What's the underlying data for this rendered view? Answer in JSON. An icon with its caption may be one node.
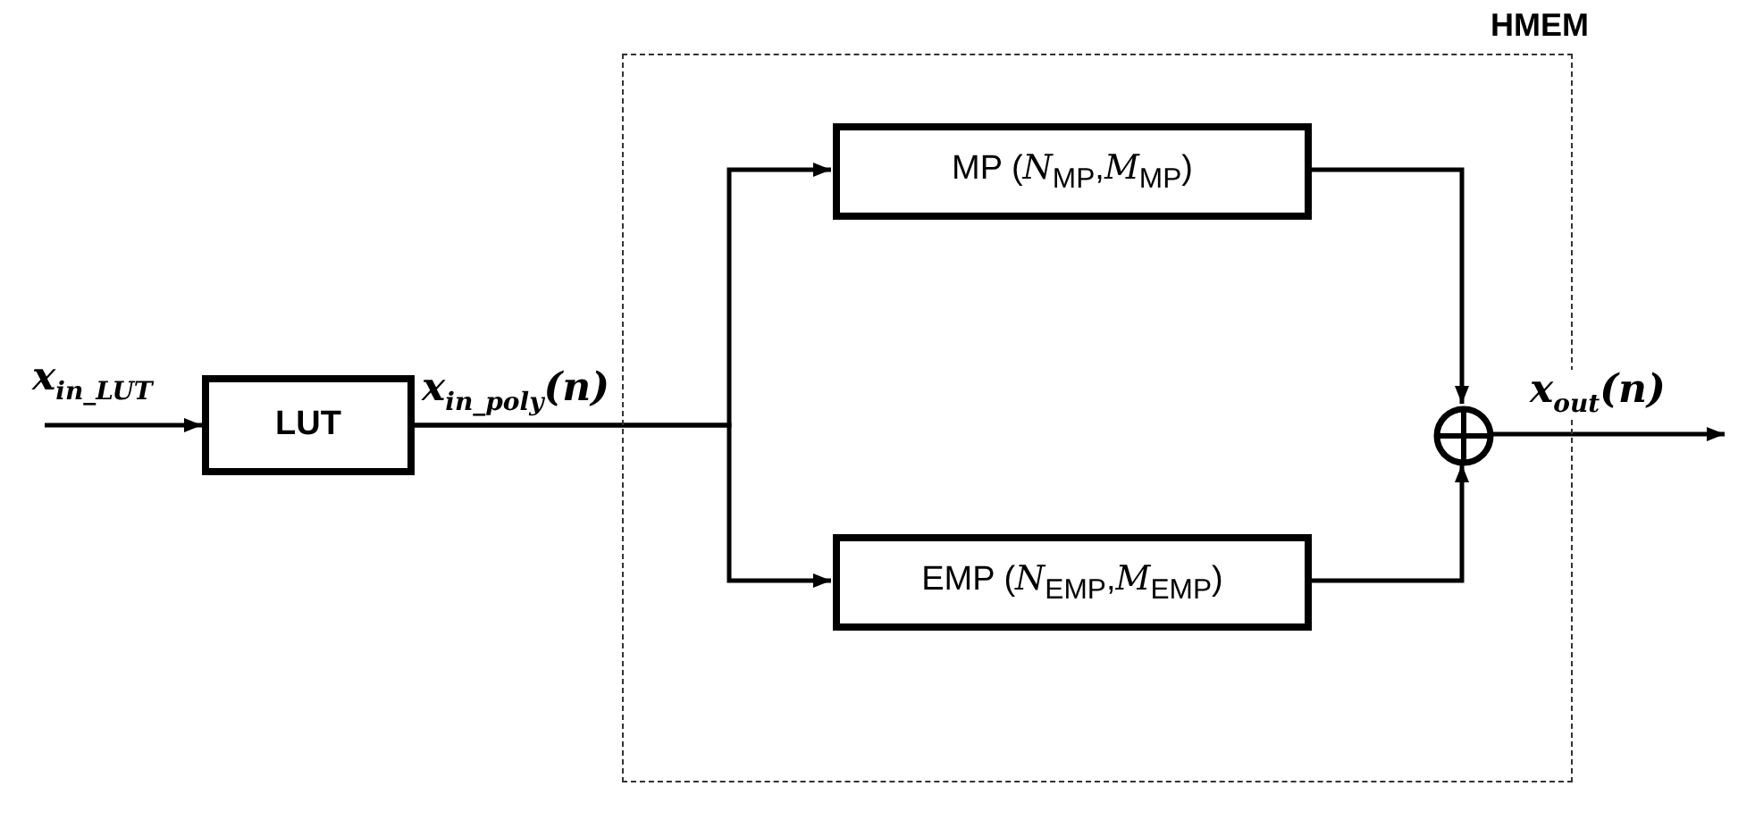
{
  "diagram": {
    "nodes": [
      {
        "text": [
          "HMEM"
        ]
      },
      {
        "text": [
          "LUT"
        ]
      },
      {
        "text": [
          "MP (*N*$_{MP}$,*M*$_{MP}$)"
        ],
        "in": 0
      },
      {
        "text": [
          "EMP (*N*$_{EMP}$,*M*$_{EMP}$)"
        ],
        "in": 0
      },
      {
        "text": [],
        "shape": "circle",
        "in": 0
      }
    ],
    "edges": [
      {
        "from": null,
        "to": 1,
        "arrow": "to",
        "label": "x$_{in_LUT}$"
      },
      {
        "from": 1,
        "to": 2,
        "arrow": "to",
        "label": "x$_{in_poly}$(n)"
      },
      {
        "from": 1,
        "to": 3,
        "arrow": "to"
      },
      {
        "from": 2,
        "to": 4,
        "arrow": "to"
      },
      {
        "from": 3,
        "to": 4,
        "arrow": "to"
      },
      {
        "from": 4,
        "to": null,
        "arrow": "to",
        "label": "x$_{out}$(n)"
      }
    ]
  }
}
